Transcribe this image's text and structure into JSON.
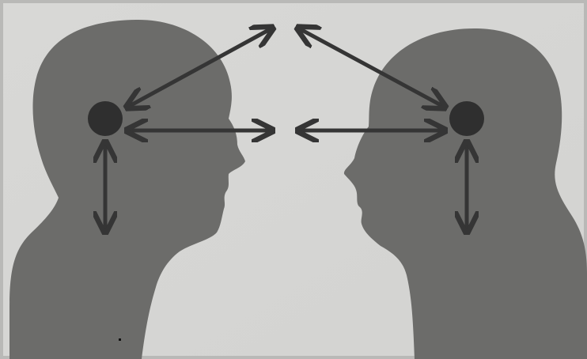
{
  "colors": {
    "background": "#d7d7d5",
    "background_edge": "#b9b9b7",
    "silhouette": "#6c6c6a",
    "arrow": "#353535",
    "node": "#2f2f2f"
  },
  "figures": [
    {
      "id": "left-head",
      "facing": "right"
    },
    {
      "id": "right-head",
      "facing": "left"
    }
  ],
  "arrows": [
    "left-node-to-top-center",
    "left-node-to-center",
    "left-node-down",
    "right-node-to-top-center",
    "right-node-to-center",
    "right-node-down"
  ],
  "icons": {
    "left_node": "circle-node-icon",
    "right_node": "circle-node-icon",
    "arrows": "double-arrow-icon"
  }
}
